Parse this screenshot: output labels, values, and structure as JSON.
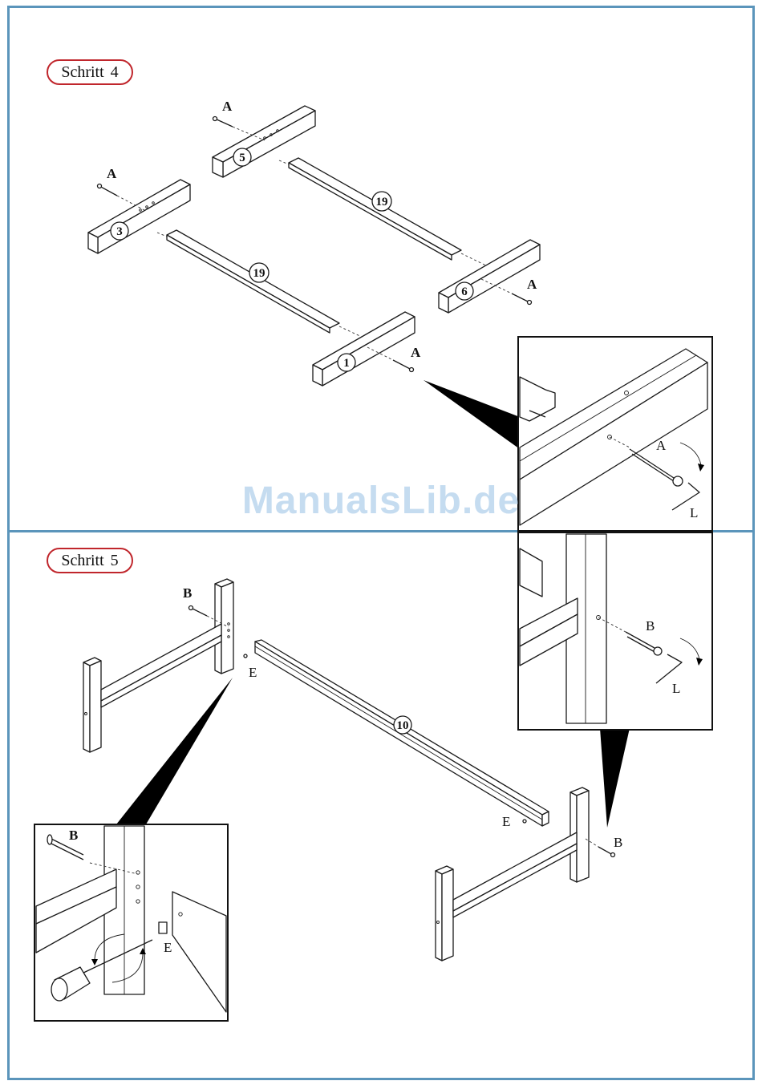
{
  "step4": {
    "title": "Schritt",
    "number": "4",
    "part_labels": [
      "5",
      "19",
      "3",
      "19",
      "6",
      "1"
    ],
    "hardware": {
      "A1": "A",
      "A2": "A",
      "A3": "A",
      "A4": "A"
    },
    "detail": {
      "bolt": "A",
      "tool": "L"
    }
  },
  "step5": {
    "title": "Schritt",
    "number": "5",
    "part_labels": {
      "rail": "10"
    },
    "hardware": {
      "B1": "B",
      "E1": "E",
      "E2": "E",
      "B2": "B"
    },
    "detail_top": {
      "bolt": "B",
      "tool": "L"
    },
    "detail_bottom": {
      "bolt": "B",
      "nut": "E"
    }
  },
  "watermark": "ManualsLib.de",
  "colors": {
    "frame": "#5b95bb",
    "badge_border": "#c0262c",
    "watermark": "#bcd6ee"
  }
}
